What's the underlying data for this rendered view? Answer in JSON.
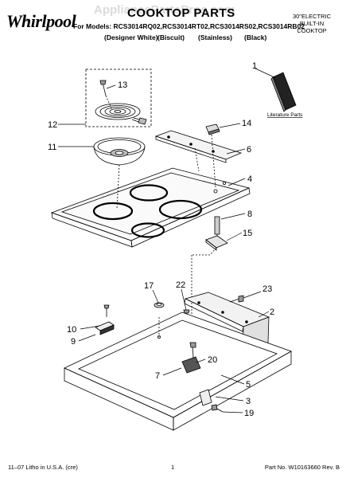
{
  "header": {
    "brand": "Whirlpool",
    "brand_mark": "®",
    "title": "COOKTOP PARTS",
    "watermark": "AppliancePartsPros.com",
    "models_line": "For Models: RCS3014RQ02,RCS3014RT02,RCS3014RS02,RCS3014RB02",
    "colors": [
      "(Designer White)",
      "(Biscuit)",
      "(Stainless)",
      "(Black)"
    ],
    "product_type": [
      "30\"ELECTRIC",
      "BUILT-IN",
      "COOKTOP"
    ]
  },
  "callouts": [
    {
      "id": "1",
      "text": "1"
    },
    {
      "id": "2",
      "text": "2"
    },
    {
      "id": "3",
      "text": "3"
    },
    {
      "id": "4",
      "text": "4"
    },
    {
      "id": "5",
      "text": "5"
    },
    {
      "id": "6",
      "text": "6"
    },
    {
      "id": "7",
      "text": "7"
    },
    {
      "id": "8",
      "text": "8"
    },
    {
      "id": "9",
      "text": "9"
    },
    {
      "id": "10",
      "text": "10"
    },
    {
      "id": "11",
      "text": "11"
    },
    {
      "id": "12",
      "text": "12"
    },
    {
      "id": "13",
      "text": "13"
    },
    {
      "id": "14",
      "text": "14"
    },
    {
      "id": "15",
      "text": "15"
    },
    {
      "id": "17",
      "text": "17"
    },
    {
      "id": "19",
      "text": "19"
    },
    {
      "id": "20",
      "text": "20"
    },
    {
      "id": "22",
      "text": "22"
    },
    {
      "id": "23",
      "text": "23"
    }
  ],
  "literature_label": "Literature Parts",
  "footer": {
    "left": "11–07 Litho in U.S.A. (cre)",
    "page": "1",
    "part_no": "Part No. W10163660 Rev. B"
  }
}
